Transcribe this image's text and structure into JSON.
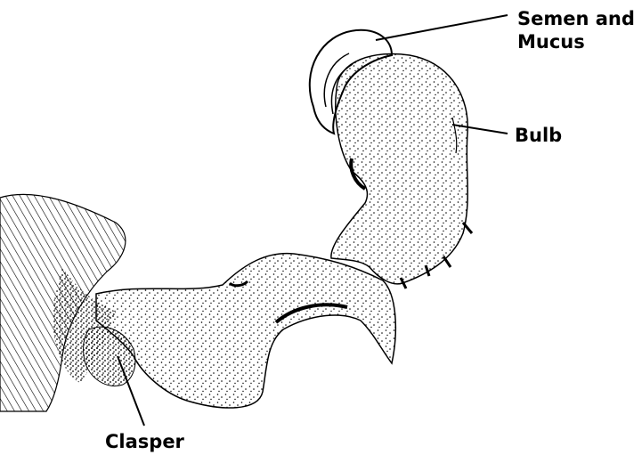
{
  "labels": {
    "semen_and_mucus": {
      "line1": "Semen and",
      "line2": "Mucus"
    },
    "bulb": "Bulb",
    "clasper": "Clasper"
  },
  "colors": {
    "ink": "#000000",
    "paper": "#ffffff"
  }
}
